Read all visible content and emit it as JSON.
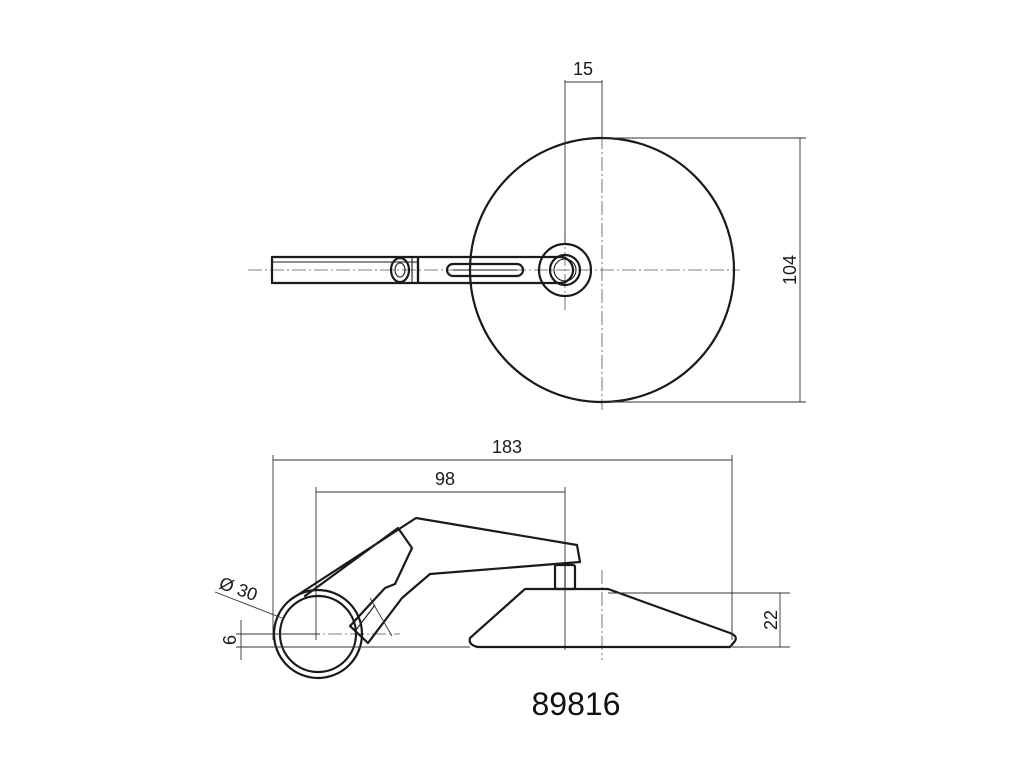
{
  "dimensions": {
    "top_offset": "15",
    "mirror_diameter": "104",
    "overall_length": "183",
    "arm_reach": "98",
    "clamp_diameter": "Ø 30",
    "clamp_offset": "6",
    "mirror_height": "22"
  },
  "part_number": "89816"
}
